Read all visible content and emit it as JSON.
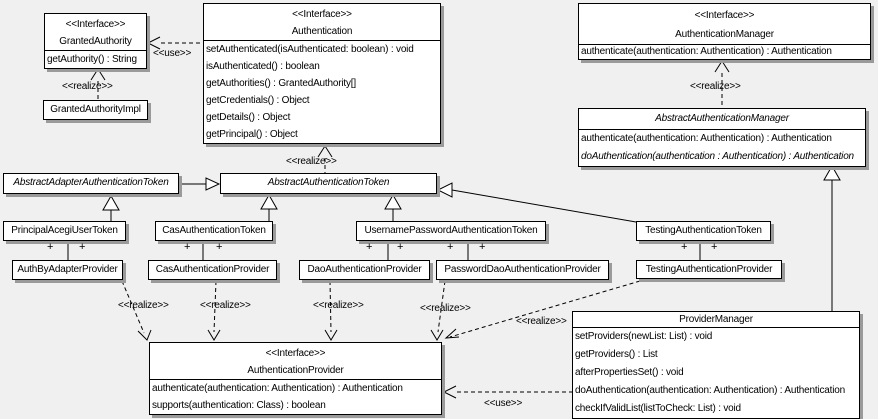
{
  "colors": {
    "background": "#f0f0f0",
    "box_fill": "#ffffff",
    "line": "#000000",
    "shadow": "#9a9a9a"
  },
  "markers": {
    "plus": "+"
  },
  "edge_labels": {
    "use": "<<use>>",
    "realize": "<<realize>>"
  },
  "classes": {
    "granted_authority": {
      "stereotype": "<<Interface>>",
      "name": "GrantedAuthority",
      "methods": [
        "getAuthority() : String"
      ]
    },
    "granted_authority_impl": {
      "name": "GrantedAuthorityImpl"
    },
    "authentication": {
      "stereotype": "<<Interface>>",
      "name": "Authentication",
      "methods": [
        "setAuthenticated(isAuthenticated: boolean) : void",
        "isAuthenticated() : boolean",
        "getAuthorities() : GrantedAuthority[]",
        "getCredentials() : Object",
        "getDetails() : Object",
        "getPrincipal() : Object"
      ]
    },
    "authentication_manager": {
      "stereotype": "<<Interface>>",
      "name": "AuthenticationManager",
      "methods": [
        "authenticate(authentication: Authentication) : Authentication"
      ]
    },
    "abstract_authentication_manager": {
      "name": "AbstractAuthenticationManager",
      "methods": [
        "authenticate(authentication: Authentication) : Authentication",
        "doAuthentication(authentication : Authentication) : Authentication"
      ]
    },
    "abstract_adapter_authentication_token": {
      "name": "AbstractAdapterAuthenticationToken"
    },
    "abstract_authentication_token": {
      "name": "AbstractAuthenticationToken"
    },
    "principal_acegi_user_token": {
      "name": "PrincipalAcegiUserToken"
    },
    "cas_authentication_token": {
      "name": "CasAuthenticationToken"
    },
    "username_password_authentication_token": {
      "name": "UsernamePasswordAuthenticationToken"
    },
    "testing_authentication_token": {
      "name": "TestingAuthenticationToken"
    },
    "auth_by_adapter_provider": {
      "name": "AuthByAdapterProvider"
    },
    "cas_authentication_provider": {
      "name": "CasAuthenticationProvider"
    },
    "dao_authentication_provider": {
      "name": "DaoAuthenticationProvider"
    },
    "password_dao_authentication_provider": {
      "name": "PasswordDaoAuthenticationProvider"
    },
    "testing_authentication_provider": {
      "name": "TestingAuthenticationProvider"
    },
    "authentication_provider": {
      "stereotype": "<<Interface>>",
      "name": "AuthenticationProvider",
      "methods": [
        "authenticate(authentication: Authentication) : Authentication",
        "supports(authentication: Class) : boolean"
      ]
    },
    "provider_manager": {
      "name": "ProviderManager",
      "methods": [
        "setProviders(newList: List) : void",
        "getProviders() : List",
        "afterPropertiesSet() : void",
        "doAuthentication(authentication: Authentication) : Authentication",
        "checkIfValidList(listToCheck: List) : void"
      ]
    }
  }
}
